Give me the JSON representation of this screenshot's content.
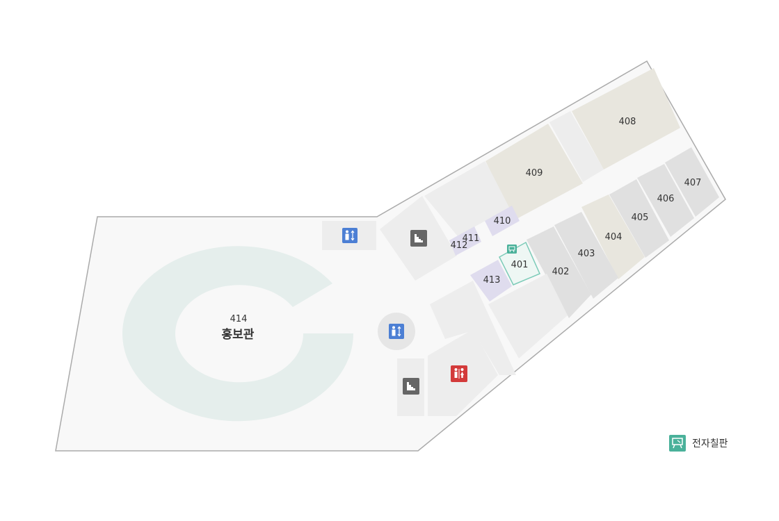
{
  "floor_plan": {
    "rooms": [
      {
        "id": "401",
        "label": "401",
        "type": "smart-board-room"
      },
      {
        "id": "402",
        "label": "402",
        "type": "classroom"
      },
      {
        "id": "403",
        "label": "403",
        "type": "classroom"
      },
      {
        "id": "404",
        "label": "404",
        "type": "lab"
      },
      {
        "id": "405",
        "label": "405",
        "type": "classroom"
      },
      {
        "id": "406",
        "label": "406",
        "type": "classroom"
      },
      {
        "id": "407",
        "label": "407",
        "type": "classroom"
      },
      {
        "id": "408",
        "label": "408",
        "type": "lab"
      },
      {
        "id": "409",
        "label": "409",
        "type": "lab"
      },
      {
        "id": "410",
        "label": "410",
        "type": "office"
      },
      {
        "id": "411",
        "label": "411",
        "type": "office"
      },
      {
        "id": "412",
        "label": "412",
        "type": "office"
      },
      {
        "id": "413",
        "label": "413",
        "type": "office"
      }
    ],
    "hall": {
      "number": "414",
      "name": "홍보관"
    },
    "facility_icons": [
      "elevator-icon",
      "elevator-icon",
      "stairs-icon",
      "stairs-icon",
      "restroom-icon",
      "smart-board-icon"
    ]
  },
  "legend": {
    "smart_board_label": "전자칠판"
  },
  "colors": {
    "floor": "#f8f8f8",
    "outline": "#aaaaaa",
    "classroom": "#e0e0e0",
    "lab": "#e8e6de",
    "office": "#dfdcee",
    "light_room": "#ededed",
    "hall_ring": "#e5eeec",
    "smart_board": "#4ab19a",
    "elevator": "#4c7fd4",
    "stairs": "#666666",
    "restroom": "#d33a3a"
  }
}
